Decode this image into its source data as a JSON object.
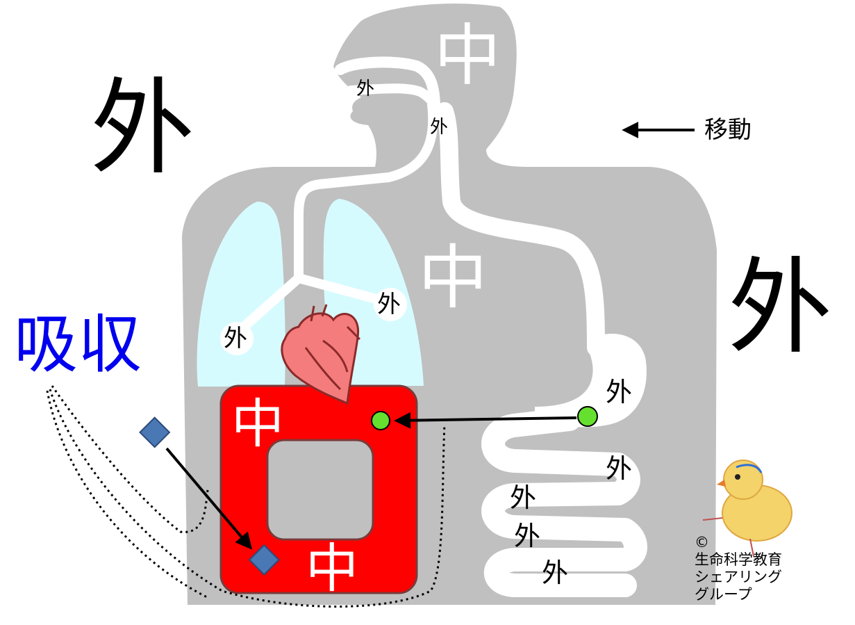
{
  "labels": {
    "outside_big_left": "外",
    "outside_big_right": "外",
    "absorb": "吸収",
    "move": "移動",
    "inside_head": "中",
    "inside_chest": "中",
    "inside_blood_top": "中",
    "inside_blood_bottom": "中",
    "outside_nose": "外",
    "outside_throat": "外",
    "outside_lung_left": "外",
    "outside_lung_right": "外",
    "outside_stomach": "外",
    "outside_gut_1": "外",
    "outside_gut_2": "外",
    "outside_gut_3": "外",
    "outside_gut_4": "外"
  },
  "credit": {
    "symbol": "©",
    "line1": "生命科学教育",
    "line2": "シェアリング",
    "line3": "グループ"
  },
  "colors": {
    "body": "#c0c0c0",
    "tube": "#ffffff",
    "lung": "#d6fbff",
    "blood": "#ff0000",
    "blood_border": "#7a3a3a",
    "heart": "#f47c7c",
    "heart_stroke": "#8b2a2a",
    "particle_green": "#66e02e",
    "particle_blue": "#4a78b5",
    "absorb_text": "#0000ee",
    "arrow": "#000000"
  },
  "icons": [
    "heart-icon",
    "chick-mascot-icon"
  ]
}
